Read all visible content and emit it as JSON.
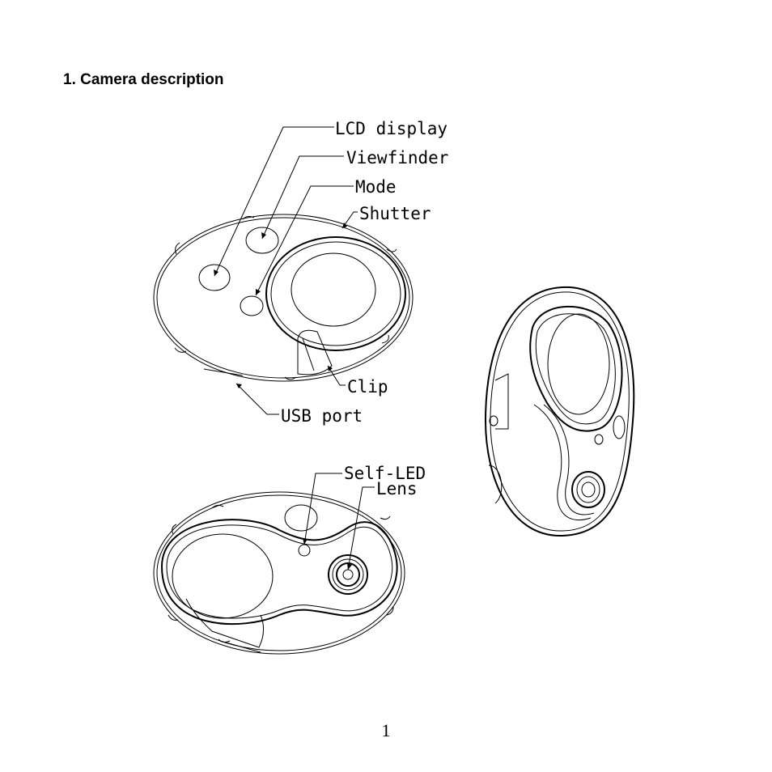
{
  "page": {
    "heading": "1. Camera description",
    "page_number": "1"
  },
  "labels": {
    "lcd_display": "LCD display",
    "viewfinder": "Viewfinder",
    "mode": "Mode",
    "shutter": "Shutter",
    "clip": "Clip",
    "usb_port": "USB port",
    "self_led": "Self-LED",
    "lens": "Lens"
  }
}
